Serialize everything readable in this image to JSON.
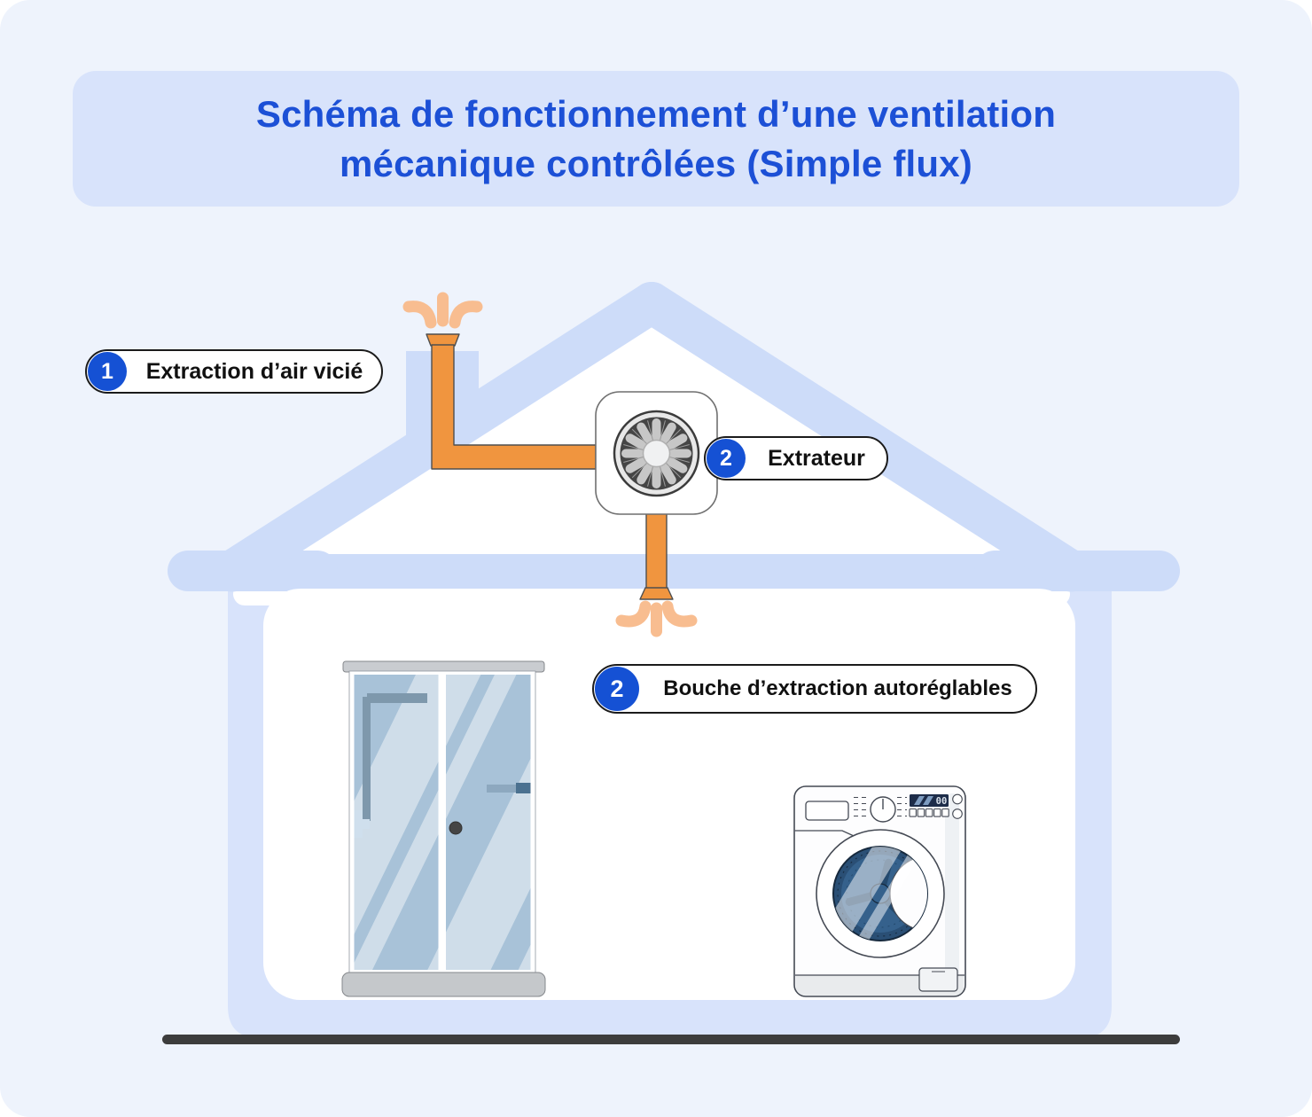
{
  "title": {
    "line1": "Schéma de fonctionnement d’une ventilation",
    "line2": "mécanique contrôlées (Simple flux)"
  },
  "labels": {
    "extraction": {
      "number": "1",
      "text": "Extraction d’air vicié"
    },
    "extractor": {
      "number": "2",
      "text": "Extrateur"
    },
    "bouche": {
      "number": "2",
      "text": "Bouche d’extraction autoréglables"
    }
  },
  "washer": {
    "display": "00"
  },
  "colors": {
    "background": "#eef3fc",
    "banner": "#d8e3fb",
    "title_text": "#1c50d6",
    "badge": "#1551d4",
    "pill_border": "#1b1b1b",
    "label_text": "#111111",
    "roof": "#cddcf9",
    "wall": "#d8e3fb",
    "room": "#ffffff",
    "duct": "#f0953f",
    "duct_outline": "#4f4f4f",
    "puff": "#f8bd90",
    "ground": "#3c3c3c",
    "glass": "#a8c2d8",
    "drum": "#2a4f75"
  }
}
